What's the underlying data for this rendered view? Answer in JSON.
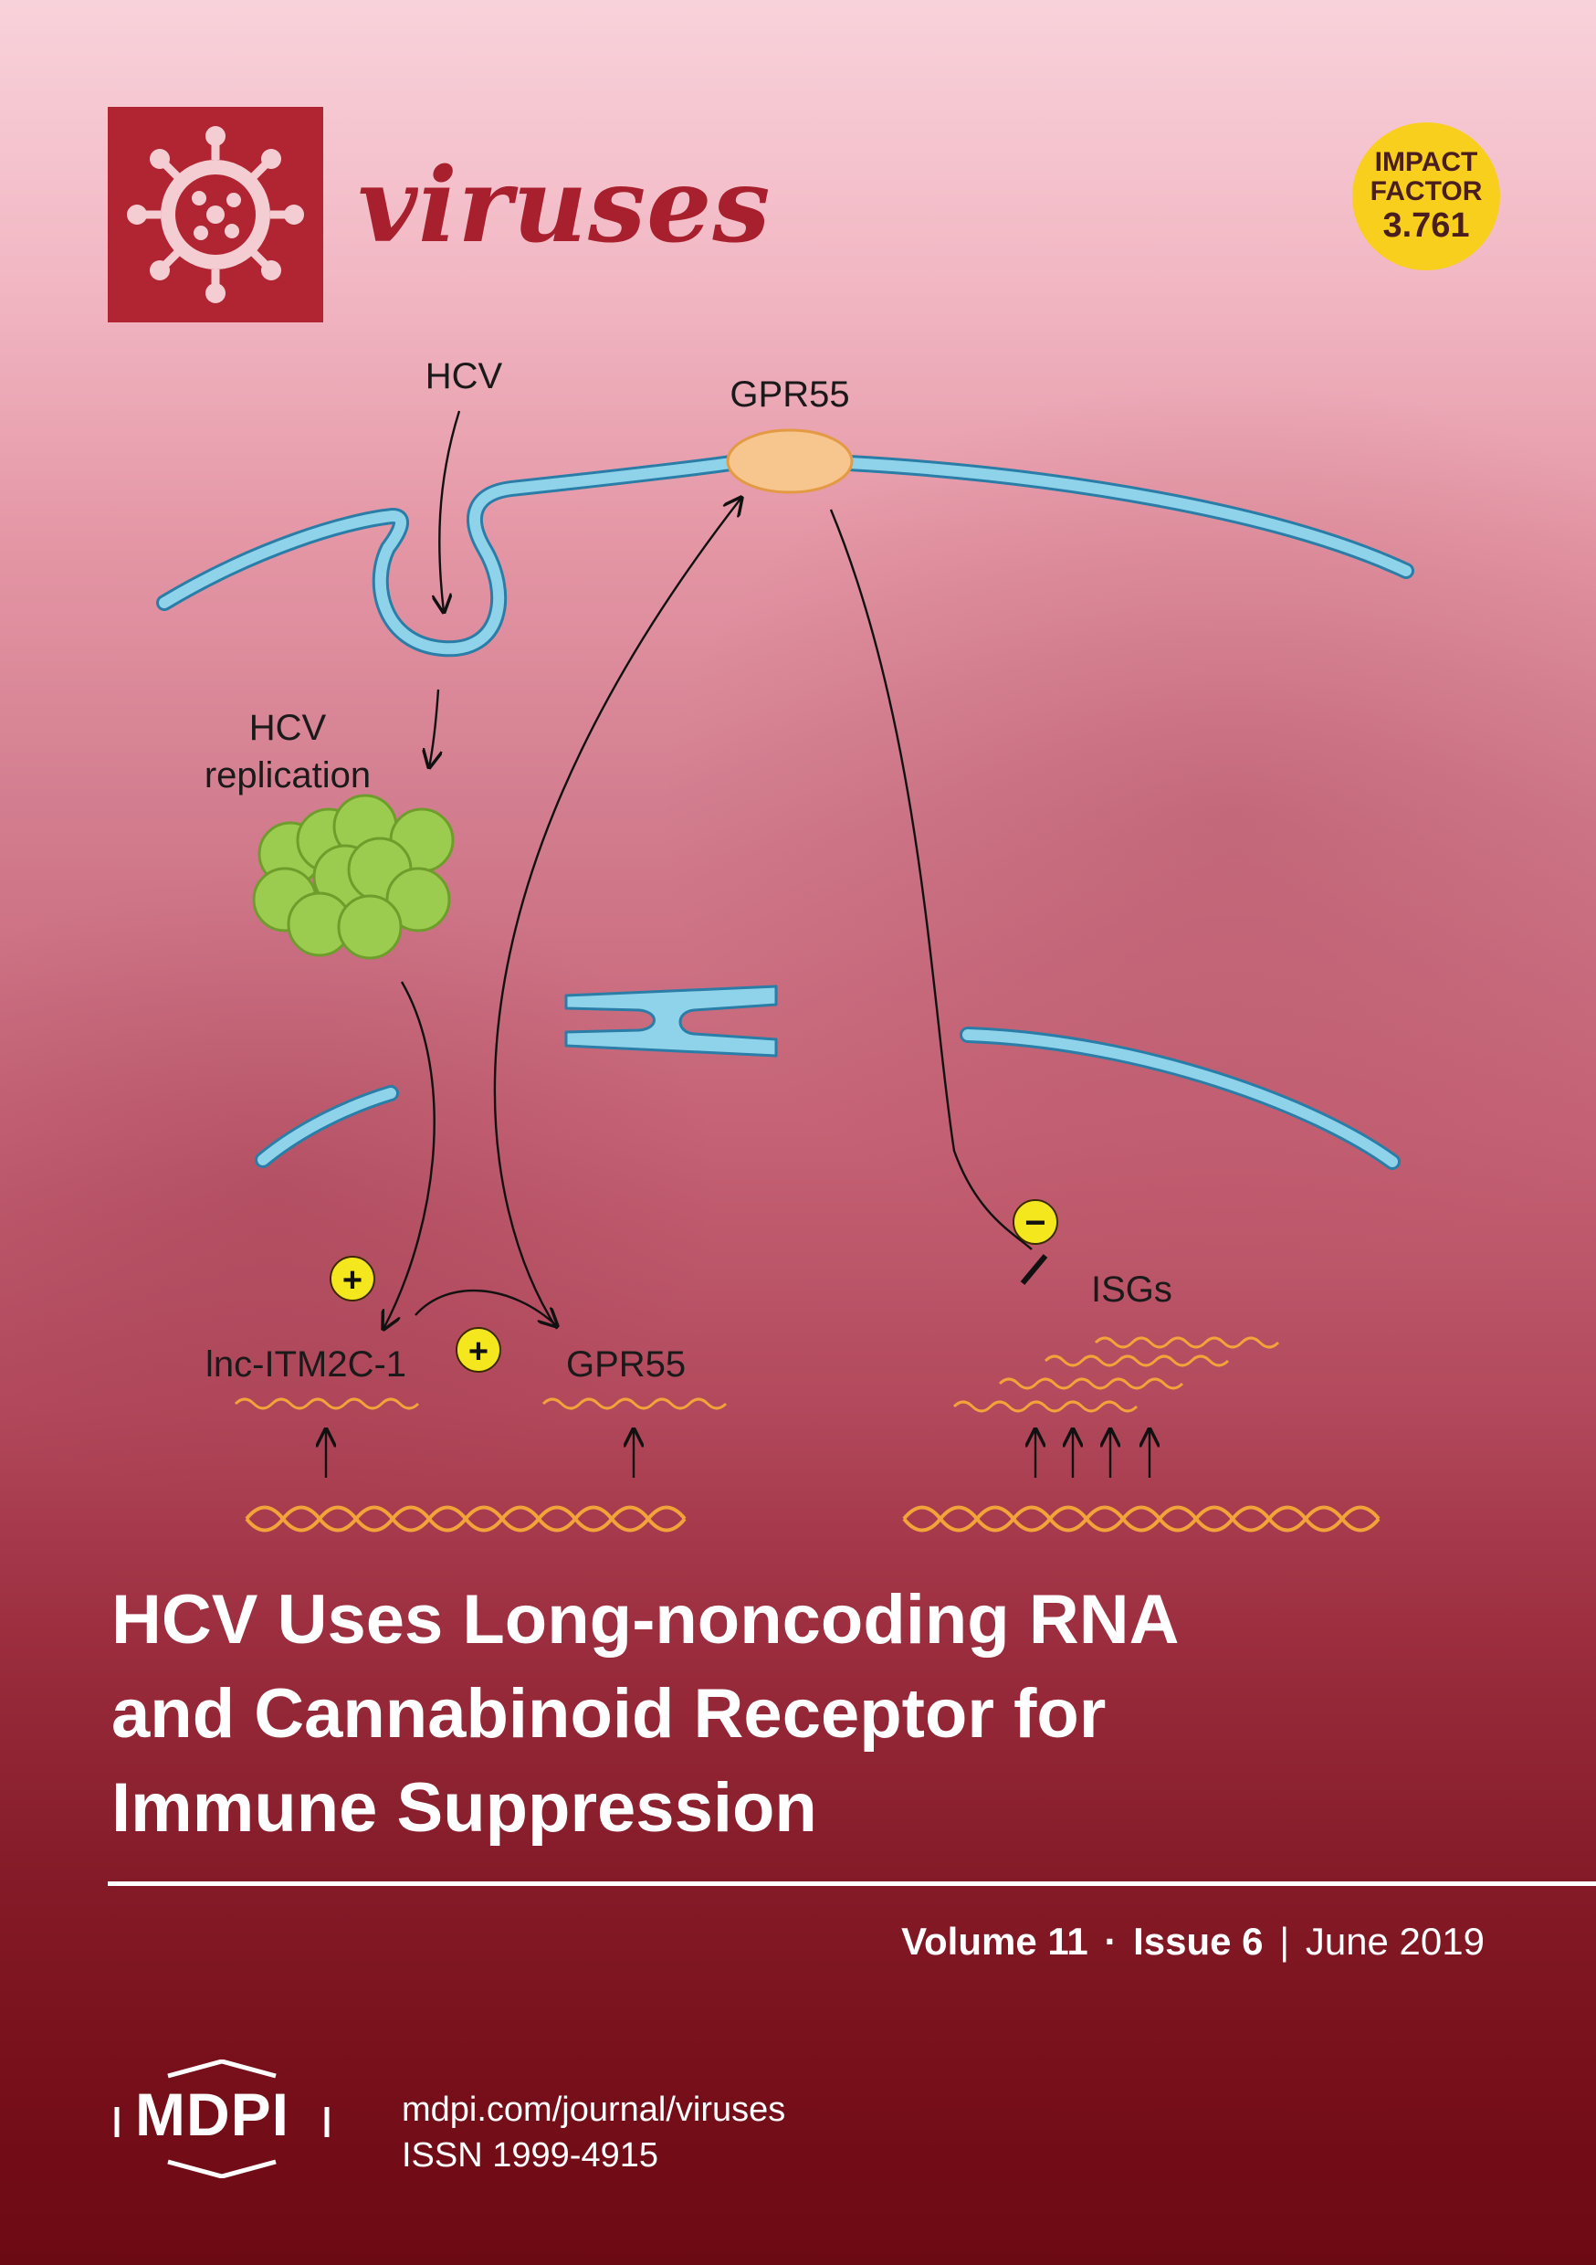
{
  "journal": {
    "name": "viruses",
    "impact_factor": {
      "line1": "IMPACT",
      "line2": "FACTOR",
      "value": "3.761"
    }
  },
  "diagram": {
    "labels": {
      "hcv": "HCV",
      "gpr55_top": "GPR55",
      "hcv_replication_line1": "HCV",
      "hcv_replication_line2": "replication",
      "lnc": "lnc-ITM2C-1",
      "gpr55_bottom": "GPR55",
      "isgs": "ISGs"
    },
    "signs": {
      "plus": "+",
      "minus": "−"
    }
  },
  "article": {
    "title_lines": [
      "HCV Uses Long-noncoding RNA",
      "and Cannabinoid Receptor for",
      "Immune Suppression"
    ]
  },
  "issue": {
    "volume": "Volume 11",
    "dot": "·",
    "issue": "Issue 6",
    "bar": "|",
    "date": "June 2019"
  },
  "publisher": {
    "name": "MDPI",
    "url": "mdpi.com/journal/viruses",
    "issn": "ISSN 1999-4915"
  },
  "colors": {
    "brand_red": "#b12532",
    "impact_yellow": "#f7cf1c",
    "membrane_blue": "#7fcbe3",
    "virus_green": "#98c64a",
    "receptor_orange": "#f5c48a",
    "rna_orange": "#f2a33a"
  }
}
